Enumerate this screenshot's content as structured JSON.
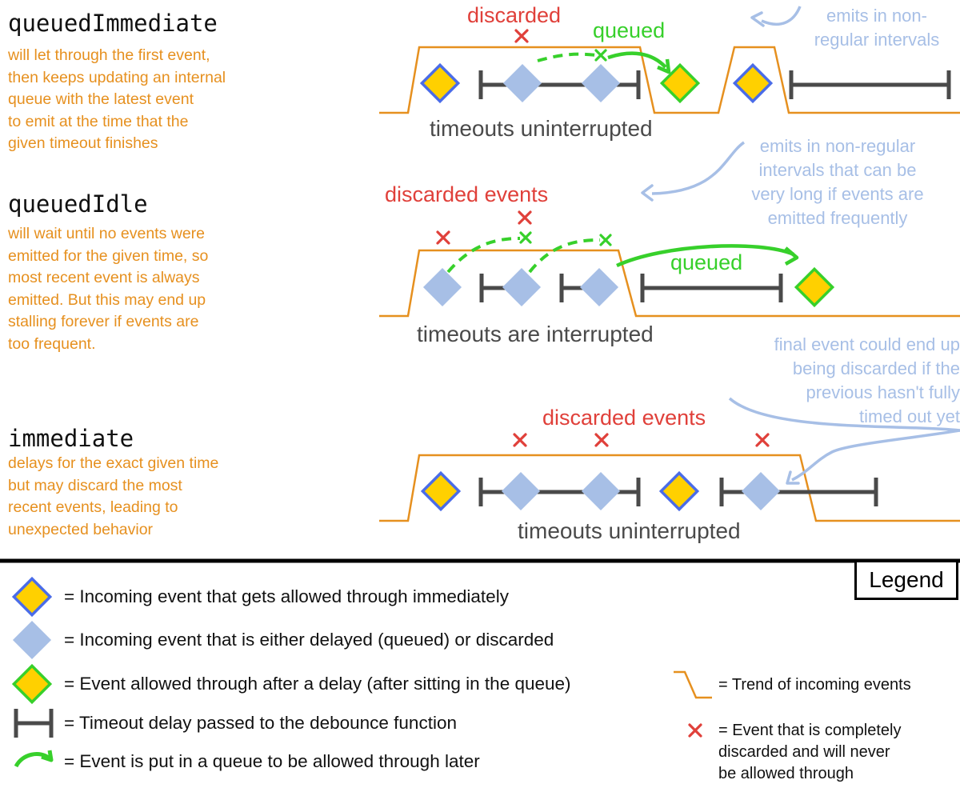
{
  "sections": [
    {
      "title": "queuedImmediate",
      "description": "will let through the first event,\nthen keeps updating an internal\nqueue with the latest event\nto emit at the time that the\ngiven timeout finishes",
      "discarded_label": "discarded",
      "queued_label": "queued",
      "timeout_label": "timeouts uninterrupted",
      "note": "emits in non-\nregular intervals"
    },
    {
      "title": "queuedIdle",
      "description": "will wait until no events were\nemitted for the given time, so\nmost recent event is always\nemitted. But this may end up\nstalling forever if events are\ntoo frequent.",
      "discarded_label": "discarded events",
      "queued_label": "queued",
      "timeout_label": "timeouts are interrupted",
      "note": "emits in non-regular\nintervals that can be\nvery long if events are\nemitted frequently"
    },
    {
      "title": "immediate",
      "description": "delays for the exact given time\nbut may discard the most\nrecent events, leading to\nunexpected behavior",
      "discarded_label": "discarded events",
      "timeout_label": "timeouts uninterrupted",
      "note": "final event could end up\nbeing discarded if the\nprevious hasn't fully\ntimed out yet"
    }
  ],
  "legend": {
    "title": "Legend",
    "items": [
      "= Incoming event that gets allowed through immediately",
      "= Incoming event that is either delayed (queued) or discarded",
      "= Event allowed through after a delay (after sitting in the queue)",
      "= Timeout delay passed to the debounce function",
      "= Event is put in a queue to be allowed through later"
    ],
    "trend": "= Trend of incoming events",
    "discarded": "= Event that is completely\n  discarded and will never\n  be allowed through"
  },
  "colors": {
    "trend": "#E6901F",
    "immediate_fill": "#FFD000",
    "immediate_border": "#4A6CE8",
    "queued_diamond": "#A7BFE6",
    "delayed_border": "#37D02B",
    "discard": "#E0403A",
    "timeout": "#4A4A4A",
    "note": "#A7BFE6"
  }
}
